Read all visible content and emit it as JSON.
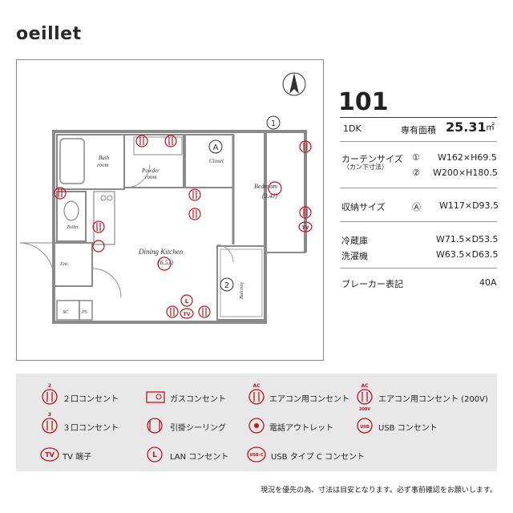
{
  "brand": "oeillet",
  "room_number": "101",
  "layout_type": "1DK",
  "area_label": "専有面積",
  "area_value": "25.31",
  "area_unit": "㎡",
  "curtain": {
    "label": "カーテンサイズ",
    "sublabel": "（カン下寸法）",
    "rows": [
      {
        "mark": "①",
        "value": "W162×H69.5"
      },
      {
        "mark": "②",
        "value": "W200×H180.5"
      }
    ]
  },
  "storage": {
    "label": "収納サイズ",
    "mark": "Ⓐ",
    "value": "W117×D93.5"
  },
  "fridge": {
    "label": "冷蔵庫",
    "value": "W71.5×D53.5"
  },
  "washer": {
    "label": "洗濯機",
    "value": "W63.5×D63.5"
  },
  "breaker": {
    "label": "ブレーカー表記",
    "value": "40A"
  },
  "plan_labels": {
    "bath": "Bath room",
    "bath_1": "Bath",
    "bath_2": "room",
    "powder_1": "Powder",
    "powder_2": "room",
    "closet": "Closet",
    "bedroom": "Bedroom",
    "bedroom_size": "(3.4J)",
    "dining": "Dining Kitchen",
    "dining_size": "(6.5J)",
    "toilet": "Toilet",
    "ent": "Ent.",
    "sc": "SC",
    "ps": "PS",
    "balcony": "Balcony",
    "mark_1": "1",
    "mark_2": "2",
    "mark_a": "A",
    "north": "N"
  },
  "legend": [
    {
      "icon": "outlet-2-icon",
      "label": "２口コンセント"
    },
    {
      "icon": "gas-outlet-icon",
      "label": "ガスコンセント"
    },
    {
      "icon": "ac-outlet-icon",
      "label": "エアコン用コンセント"
    },
    {
      "icon": "ac-200v-outlet-icon",
      "label": "エアコン用コンセント (200V)"
    },
    {
      "icon": "outlet-3-icon",
      "label": "３口コンセント"
    },
    {
      "icon": "ceiling-hook-icon",
      "label": "引掛シーリング"
    },
    {
      "icon": "phone-outlet-icon",
      "label": "電話アウトレット"
    },
    {
      "icon": "usb-outlet-icon",
      "label": "USB コンセント"
    },
    {
      "icon": "tv-outlet-icon",
      "label": "TV 端子"
    },
    {
      "icon": "lan-outlet-icon",
      "label": "LAN コンセント"
    },
    {
      "icon": "usbc-outlet-icon",
      "label": "USB タイプ C コンセント"
    }
  ],
  "legend_marks": {
    "two": "2",
    "three": "3",
    "ac": "AC",
    "v200": "200V",
    "usb": "USB",
    "usbc": "USB-C",
    "tv": "TV",
    "lan": "L"
  },
  "footnote": "現況を優先の為、寸法は目安となります。必ず事前確認をお願いします。",
  "colors": {
    "accent": "#c0141c",
    "wall": "#8a8a8a",
    "legend_bg": "#e8e8e8"
  }
}
